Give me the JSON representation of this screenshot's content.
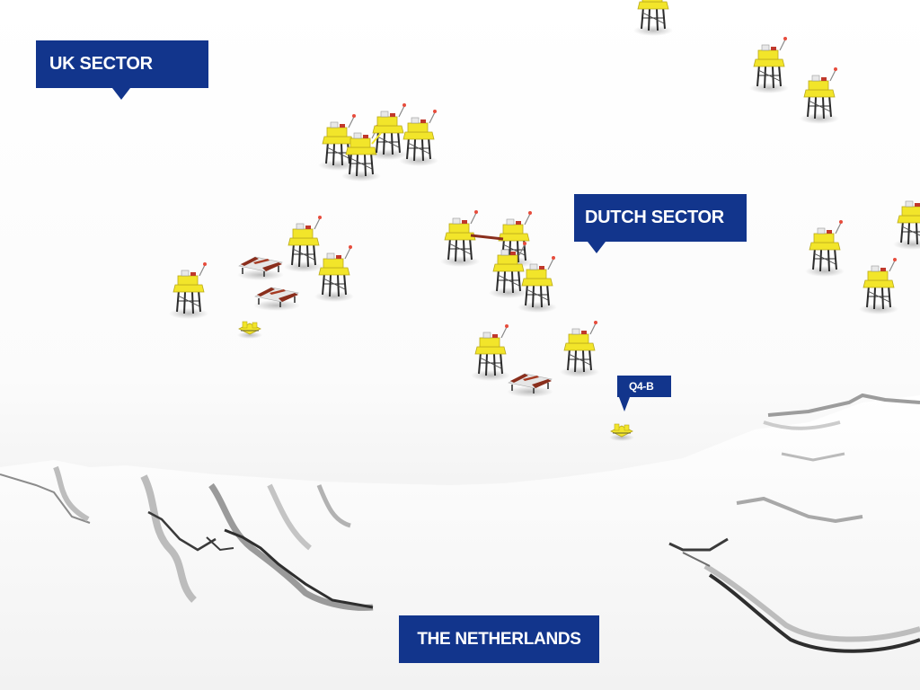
{
  "map": {
    "labels": {
      "uk_sector": "UK SECTOR",
      "dutch_sector": "DUTCH SECTOR",
      "q4b": "Q4-B",
      "netherlands": "THE NETHERLANDS"
    },
    "colors": {
      "label_blue": "#12358c",
      "platform_yellow": "#f2e52a",
      "platform_deck_red": "#8a2e1c",
      "legs_dark": "#2b2b2b",
      "sea": "#ffffff",
      "land": "#ffffff",
      "coast_shadow": "#3a3a3a"
    },
    "icons": {
      "platform": "offshore-platform-icon",
      "subsea": "subsea-template-icon"
    }
  }
}
